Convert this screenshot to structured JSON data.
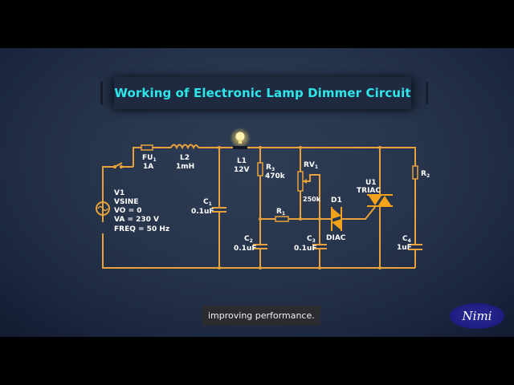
{
  "title": "Working of Electronic Lamp Dimmer Circuit",
  "caption": "improving performance.",
  "logo": "Nimi",
  "colors": {
    "wire": "#e9a23b",
    "semiconductor": "#f4a21a",
    "title_text": "#2ee6ea",
    "label_text": "#ffffff",
    "background": "#27354c"
  },
  "components": {
    "v1": {
      "name": "V1",
      "type": "VSINE",
      "vo": "VO = 0",
      "va": "VA = 230 V",
      "freq": "FREQ = 50 Hz"
    },
    "fu1": {
      "name": "FU",
      "sub": "1",
      "value": "1A"
    },
    "l2": {
      "name": "L2",
      "value": "1mH"
    },
    "l1": {
      "name": "L1",
      "value": "12V"
    },
    "c1": {
      "name": "C",
      "sub": "1",
      "value": "0.1uF"
    },
    "r3": {
      "name": "R",
      "sub": "3",
      "value": "470k"
    },
    "rv1": {
      "name": "RV",
      "sub": "1",
      "value": "250k"
    },
    "r1": {
      "name": "R",
      "sub": "1"
    },
    "c2": {
      "name": "C",
      "sub": "2",
      "value": "0.1uF"
    },
    "c3": {
      "name": "C",
      "sub": "3",
      "value": "0.1uF"
    },
    "d1": {
      "name": "D1",
      "type": "DIAC"
    },
    "u1": {
      "name": "U1",
      "type": "TRIAC"
    },
    "r2": {
      "name": "R",
      "sub": "2"
    },
    "c4": {
      "name": "C",
      "sub": "4",
      "value": "1uF"
    }
  },
  "icons": {
    "lamp": "lamp-bulb-icon",
    "source": "ac-source-icon",
    "logo": "nimi-logo"
  }
}
